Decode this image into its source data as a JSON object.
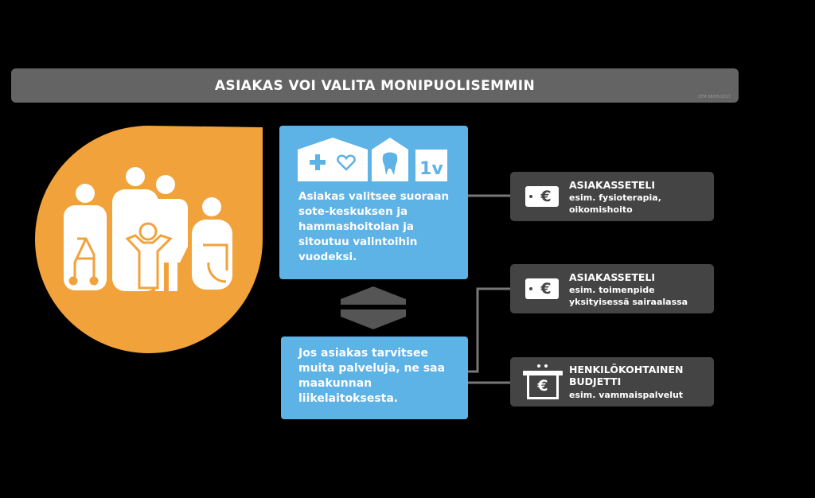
{
  "title": "ASIAKAS VOI VALITA MONIPUOLISEMMIN",
  "stamp": "STM 08/05/2017",
  "people_icon": "family-with-walker-and-wheelchair-icon",
  "service_icons": [
    "health-center-icon",
    "dental-clinic-icon",
    "one-year-badge-icon"
  ],
  "badge_label": "1v",
  "top_box_text": "Asiakas valitsee suoraan sote-keskuksen ja hammashoitolan ja sitoutuu valintoihin vuodeksi.",
  "bottom_box_text": "Jos asiakas tarvitsee muita palveluja, ne saa maakunnan liikelaitoksesta.",
  "options": [
    {
      "heading": "ASIAKASSETELI",
      "sub": "esim. fysioterapia, oikomishoito",
      "icon": "voucher-euro-icon"
    },
    {
      "heading": "ASIAKASSETELI",
      "sub": "esim. toimenpide yksityisessä sairaalassa",
      "icon": "voucher-euro-icon"
    },
    {
      "heading": "HENKILÖKOHTAINEN BUDJETTI",
      "sub": "esim. vammaispalvelut",
      "icon": "wallet-euro-icon"
    }
  ],
  "colors": {
    "background": "#000000",
    "title_bar": "#646464",
    "drop": "#f2a23b",
    "blue": "#5db2e6",
    "option_box": "#444444",
    "connector": "#777777",
    "arrow": "#555555"
  }
}
